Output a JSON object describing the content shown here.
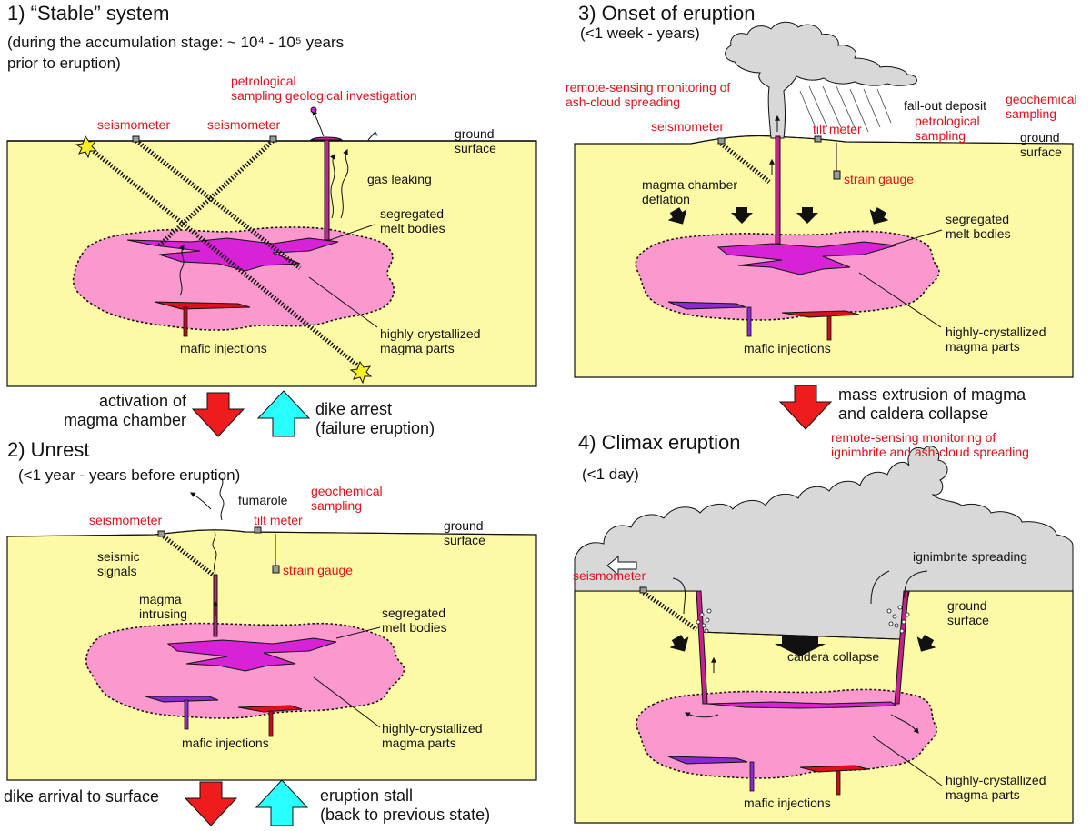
{
  "colors": {
    "ground": "#fdfaa6",
    "chamber": "#fb99cf",
    "melt": "#d822d8",
    "mafic": "#e0101a",
    "red_arrow": "#ee1c1c",
    "cyan_arrow": "#29ffff",
    "cloud": "#d8d8d8",
    "red_text": "#e0101a"
  },
  "p1": {
    "title": "1) “Stable” system",
    "subtitle1": "(during the accumulation stage: ~ 10⁴ - 10⁵ years",
    "subtitle2": "prior to  eruption)",
    "petro1": "petrological",
    "petro2": "sampling geological investigation",
    "seis1": "seismometer",
    "seis2": "seismometer",
    "ground1": "ground",
    "ground2": "surface",
    "gas": "gas leaking",
    "seg1": "segregated",
    "seg2": "melt bodies",
    "hc1": "highly-crystallized",
    "hc2": "magma parts",
    "mafic": "mafic injections"
  },
  "transition1": {
    "left1": "activation of",
    "left2": "magma chamber",
    "right1": "dike arrest",
    "right2": "(failure eruption)"
  },
  "p2": {
    "title": "2) Unrest",
    "subtitle": "(<1 year - years before eruption)",
    "fumarole": "fumarole",
    "geo1": "geochemical",
    "geo2": "sampling",
    "seis": "seismometer",
    "tilt": "tilt meter",
    "ground1": "ground",
    "ground2": "surface",
    "sig1": "seismic",
    "sig2": "signals",
    "strain": "strain gauge",
    "mi1": "magma",
    "mi2": "intrusing",
    "seg1": "segregated",
    "seg2": "melt bodies",
    "hc1": "highly-crystallized",
    "hc2": "magma parts",
    "mafic": "mafic injections"
  },
  "transition2": {
    "left": "dike arrival to surface",
    "right1": "eruption stall",
    "right2": "(back to previous state)"
  },
  "p3": {
    "title": "3) Onset of eruption",
    "subtitle": "(<1 week - years)",
    "rs1": "remote-sensing monitoring of",
    "rs2": "ash-cloud spreading",
    "fall": "fall-out deposit",
    "geo1": "geochemical",
    "geo2": "sampling",
    "petro1": "petrological",
    "petro2": "sampling",
    "seis": "seismometer",
    "tilt": "tilt meter",
    "ground1": "ground",
    "ground2": "surface",
    "strain": "strain gauge",
    "def1": "magma chamber",
    "def2": "deflation",
    "seg1": "segregated",
    "seg2": "melt bodies",
    "hc1": "highly-crystallized",
    "hc2": "magma parts",
    "mafic": "mafic injections"
  },
  "transition3": {
    "line1": "mass extrusion of magma",
    "line2": "and caldera collapse"
  },
  "p4": {
    "title": "4) Climax eruption",
    "subtitle": "(<1 day)",
    "rs1": "remote-sensing monitoring of",
    "rs2": "ignimbrite and ash-cloud spreading",
    "seis": "seismometer",
    "ign": "ignimbrite spreading",
    "ground1": "ground",
    "ground2": "surface",
    "caldera": "caldera  collapse",
    "hc1": "highly-crystallized",
    "hc2": "magma parts",
    "mafic": "mafic injections"
  }
}
